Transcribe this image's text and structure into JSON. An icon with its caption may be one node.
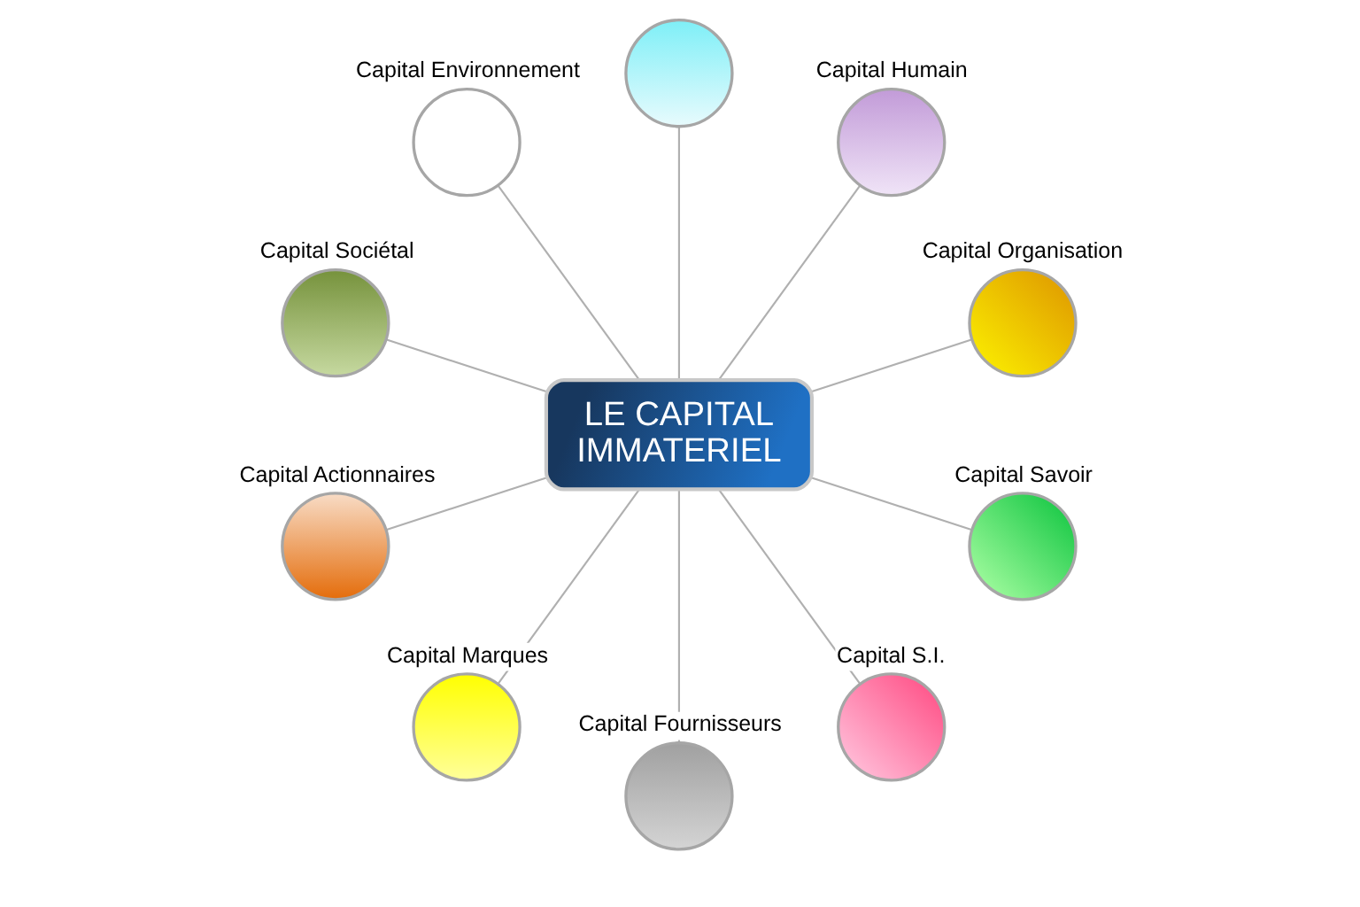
{
  "diagram": {
    "nodes": [
      {
        "text": [
          "LE CAPITAL IMMATERIEL"
        ]
      },
      {
        "text": [
          "Capital Organisation"
        ]
      },
      {
        "text": [
          "Capital Humain"
        ]
      },
      {
        "text": [],
        "shape": "circle"
      },
      {
        "text": [
          "Capital Environnement"
        ]
      },
      {
        "text": [
          "Capital Sociétal"
        ]
      },
      {
        "text": [
          "Capital Actionnaires"
        ]
      },
      {
        "text": [
          "Capital Marques"
        ]
      },
      {
        "text": [
          "Capital Fournisseurs"
        ]
      },
      {
        "text": [
          "Capital S.I."
        ]
      },
      {
        "text": [
          "Capital Savoir"
        ]
      }
    ],
    "edges": [
      {
        "from": 0,
        "to": 1,
        "arrow": "none"
      },
      {
        "from": 0,
        "to": 2,
        "arrow": "none"
      },
      {
        "from": 0,
        "to": 3,
        "arrow": "none"
      },
      {
        "from": 0,
        "to": 4,
        "arrow": "none"
      },
      {
        "from": 0,
        "to": 5,
        "arrow": "none"
      },
      {
        "from": 0,
        "to": 6,
        "arrow": "none"
      },
      {
        "from": 0,
        "to": 7,
        "arrow": "none"
      },
      {
        "from": 0,
        "to": 8,
        "arrow": "none"
      },
      {
        "from": 0,
        "to": 9,
        "arrow": "none"
      },
      {
        "from": 0,
        "to": 10,
        "arrow": "none"
      }
    ]
  }
}
